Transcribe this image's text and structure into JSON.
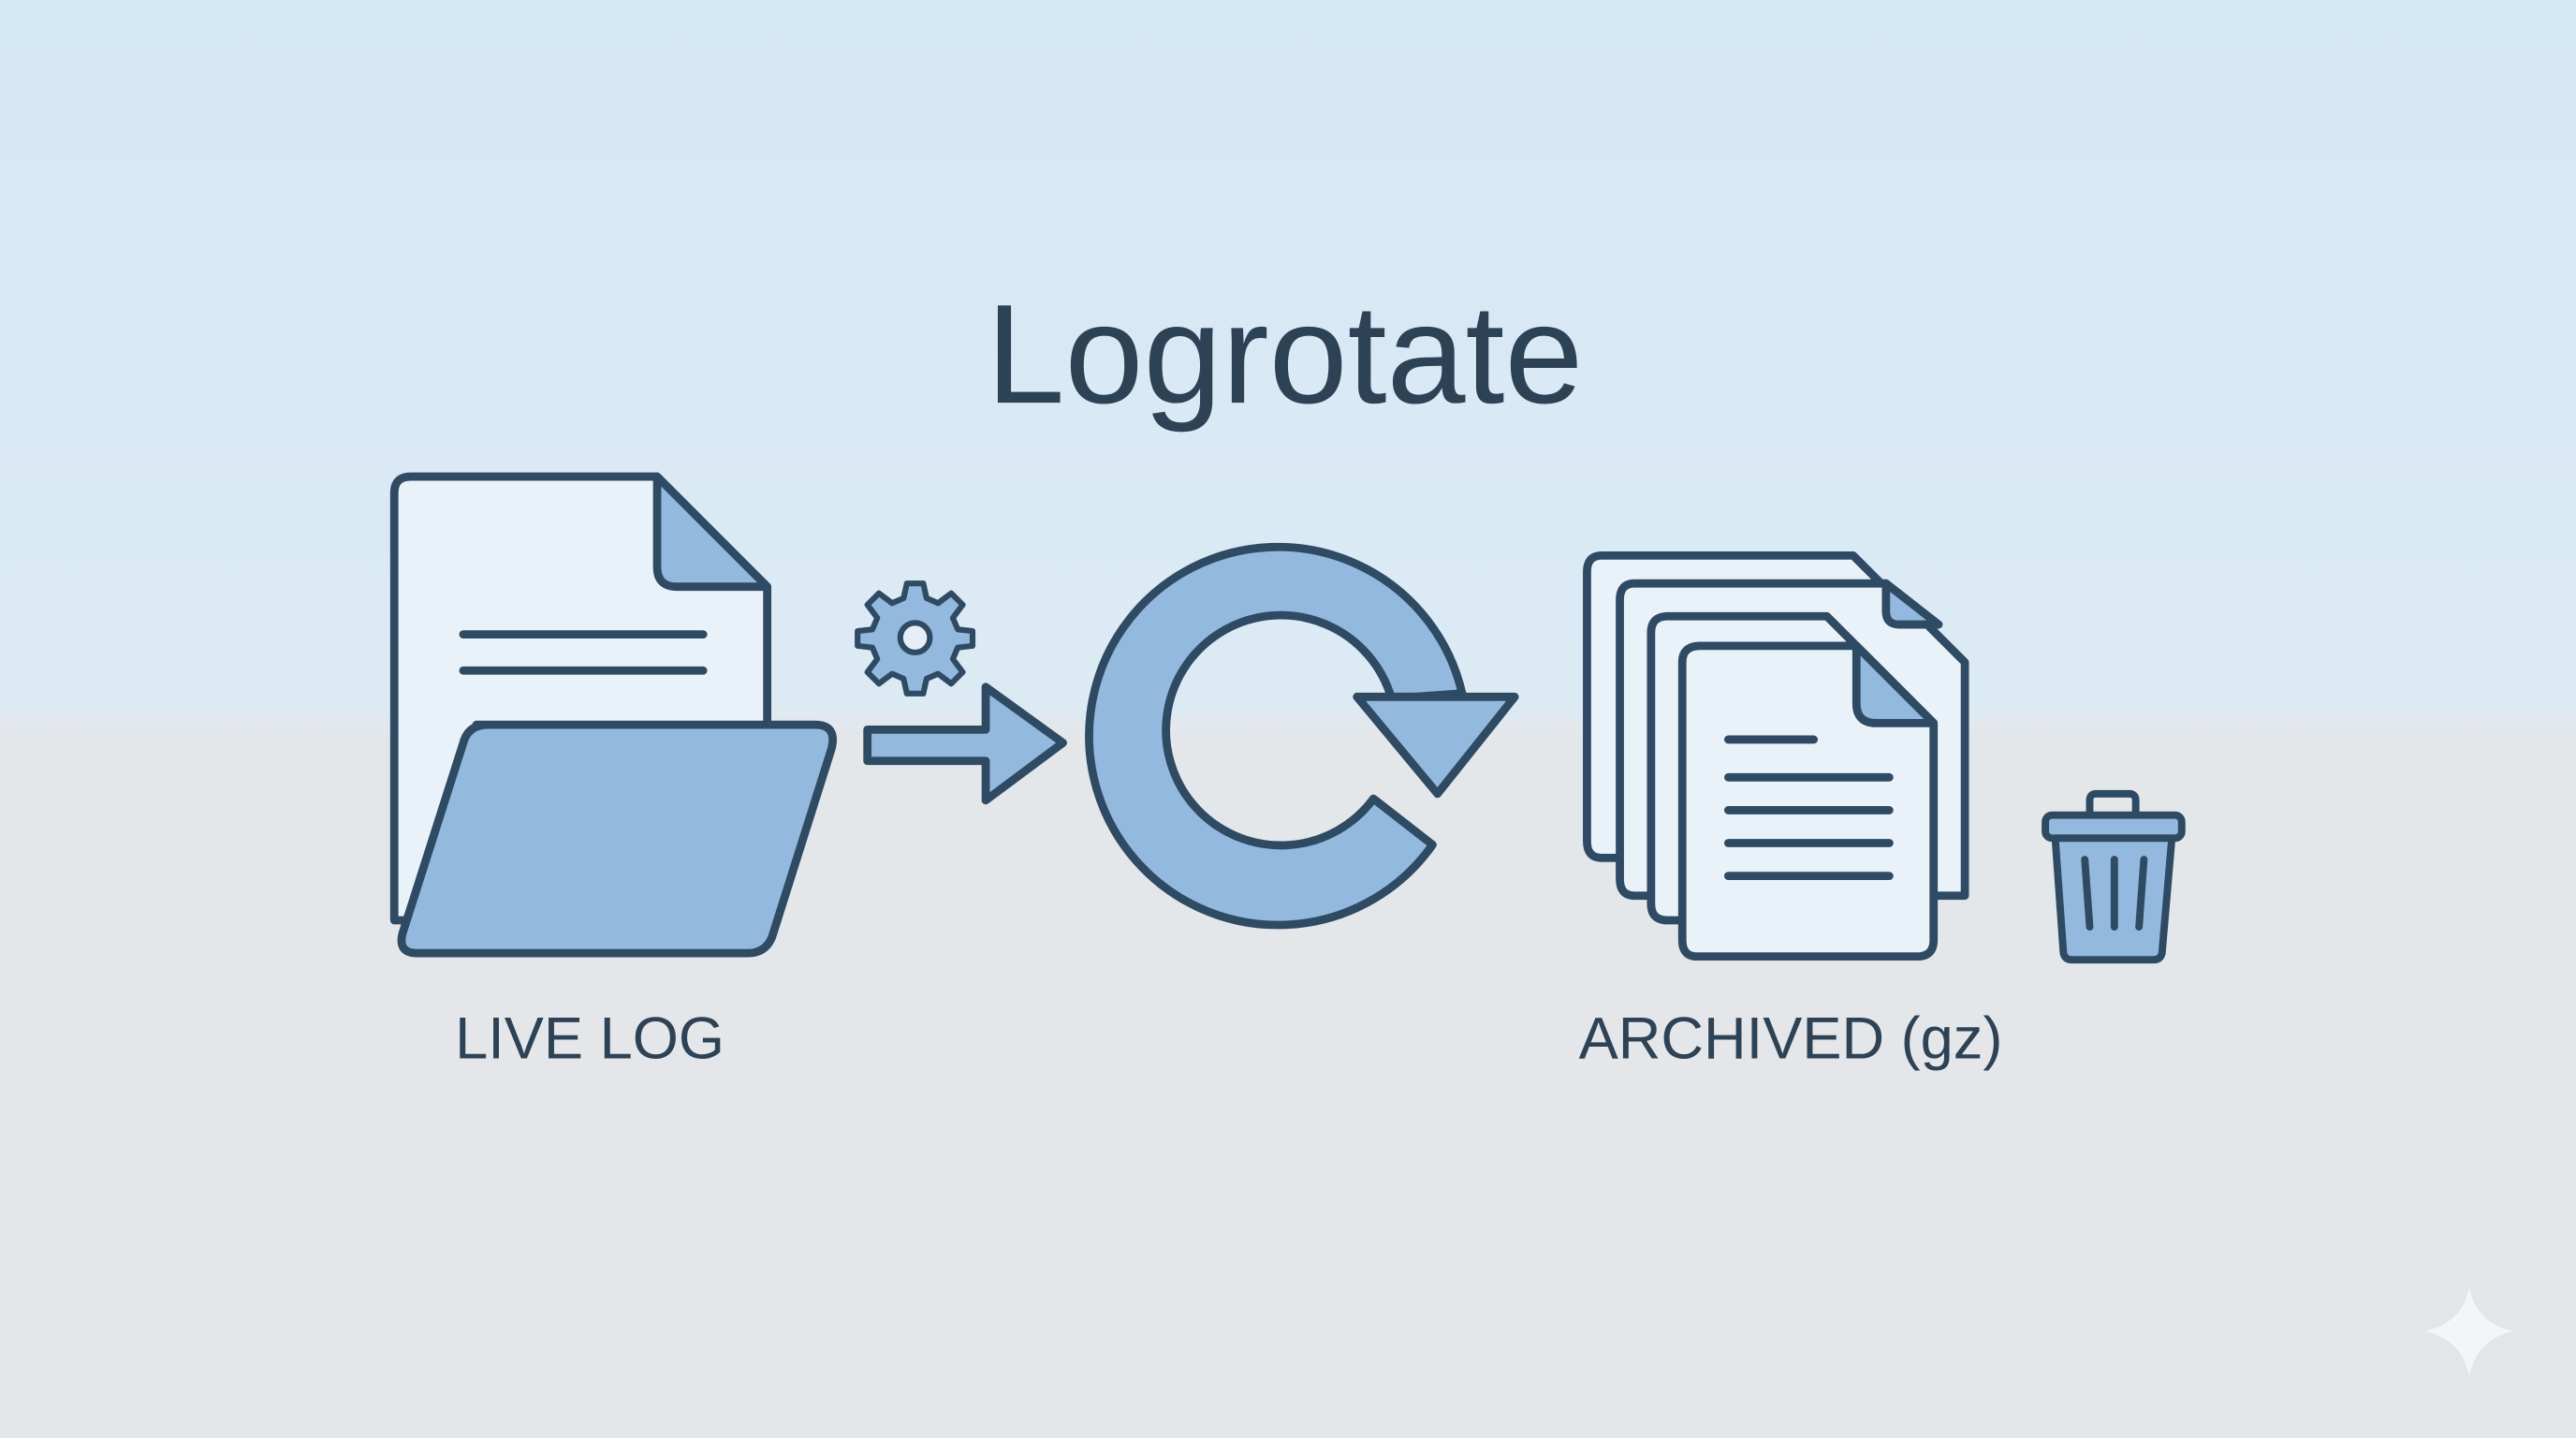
{
  "title": "Logrotate",
  "labels": {
    "live_log": "LIVE LOG",
    "archived": "ARCHIVED (gz)"
  },
  "icons": [
    "log-file-folder-icon",
    "gear-icon",
    "right-arrow-icon",
    "rotate-arrow-icon",
    "archived-files-stack-icon",
    "trash-icon",
    "sparkle-icon"
  ],
  "colors": {
    "bg_top": "#d7e9f6",
    "bg_bottom": "#e3e6e9",
    "stroke": "#2f4a63",
    "fill": "#93b9de",
    "paper": "#eaf2f9",
    "text": "#2e4256"
  }
}
